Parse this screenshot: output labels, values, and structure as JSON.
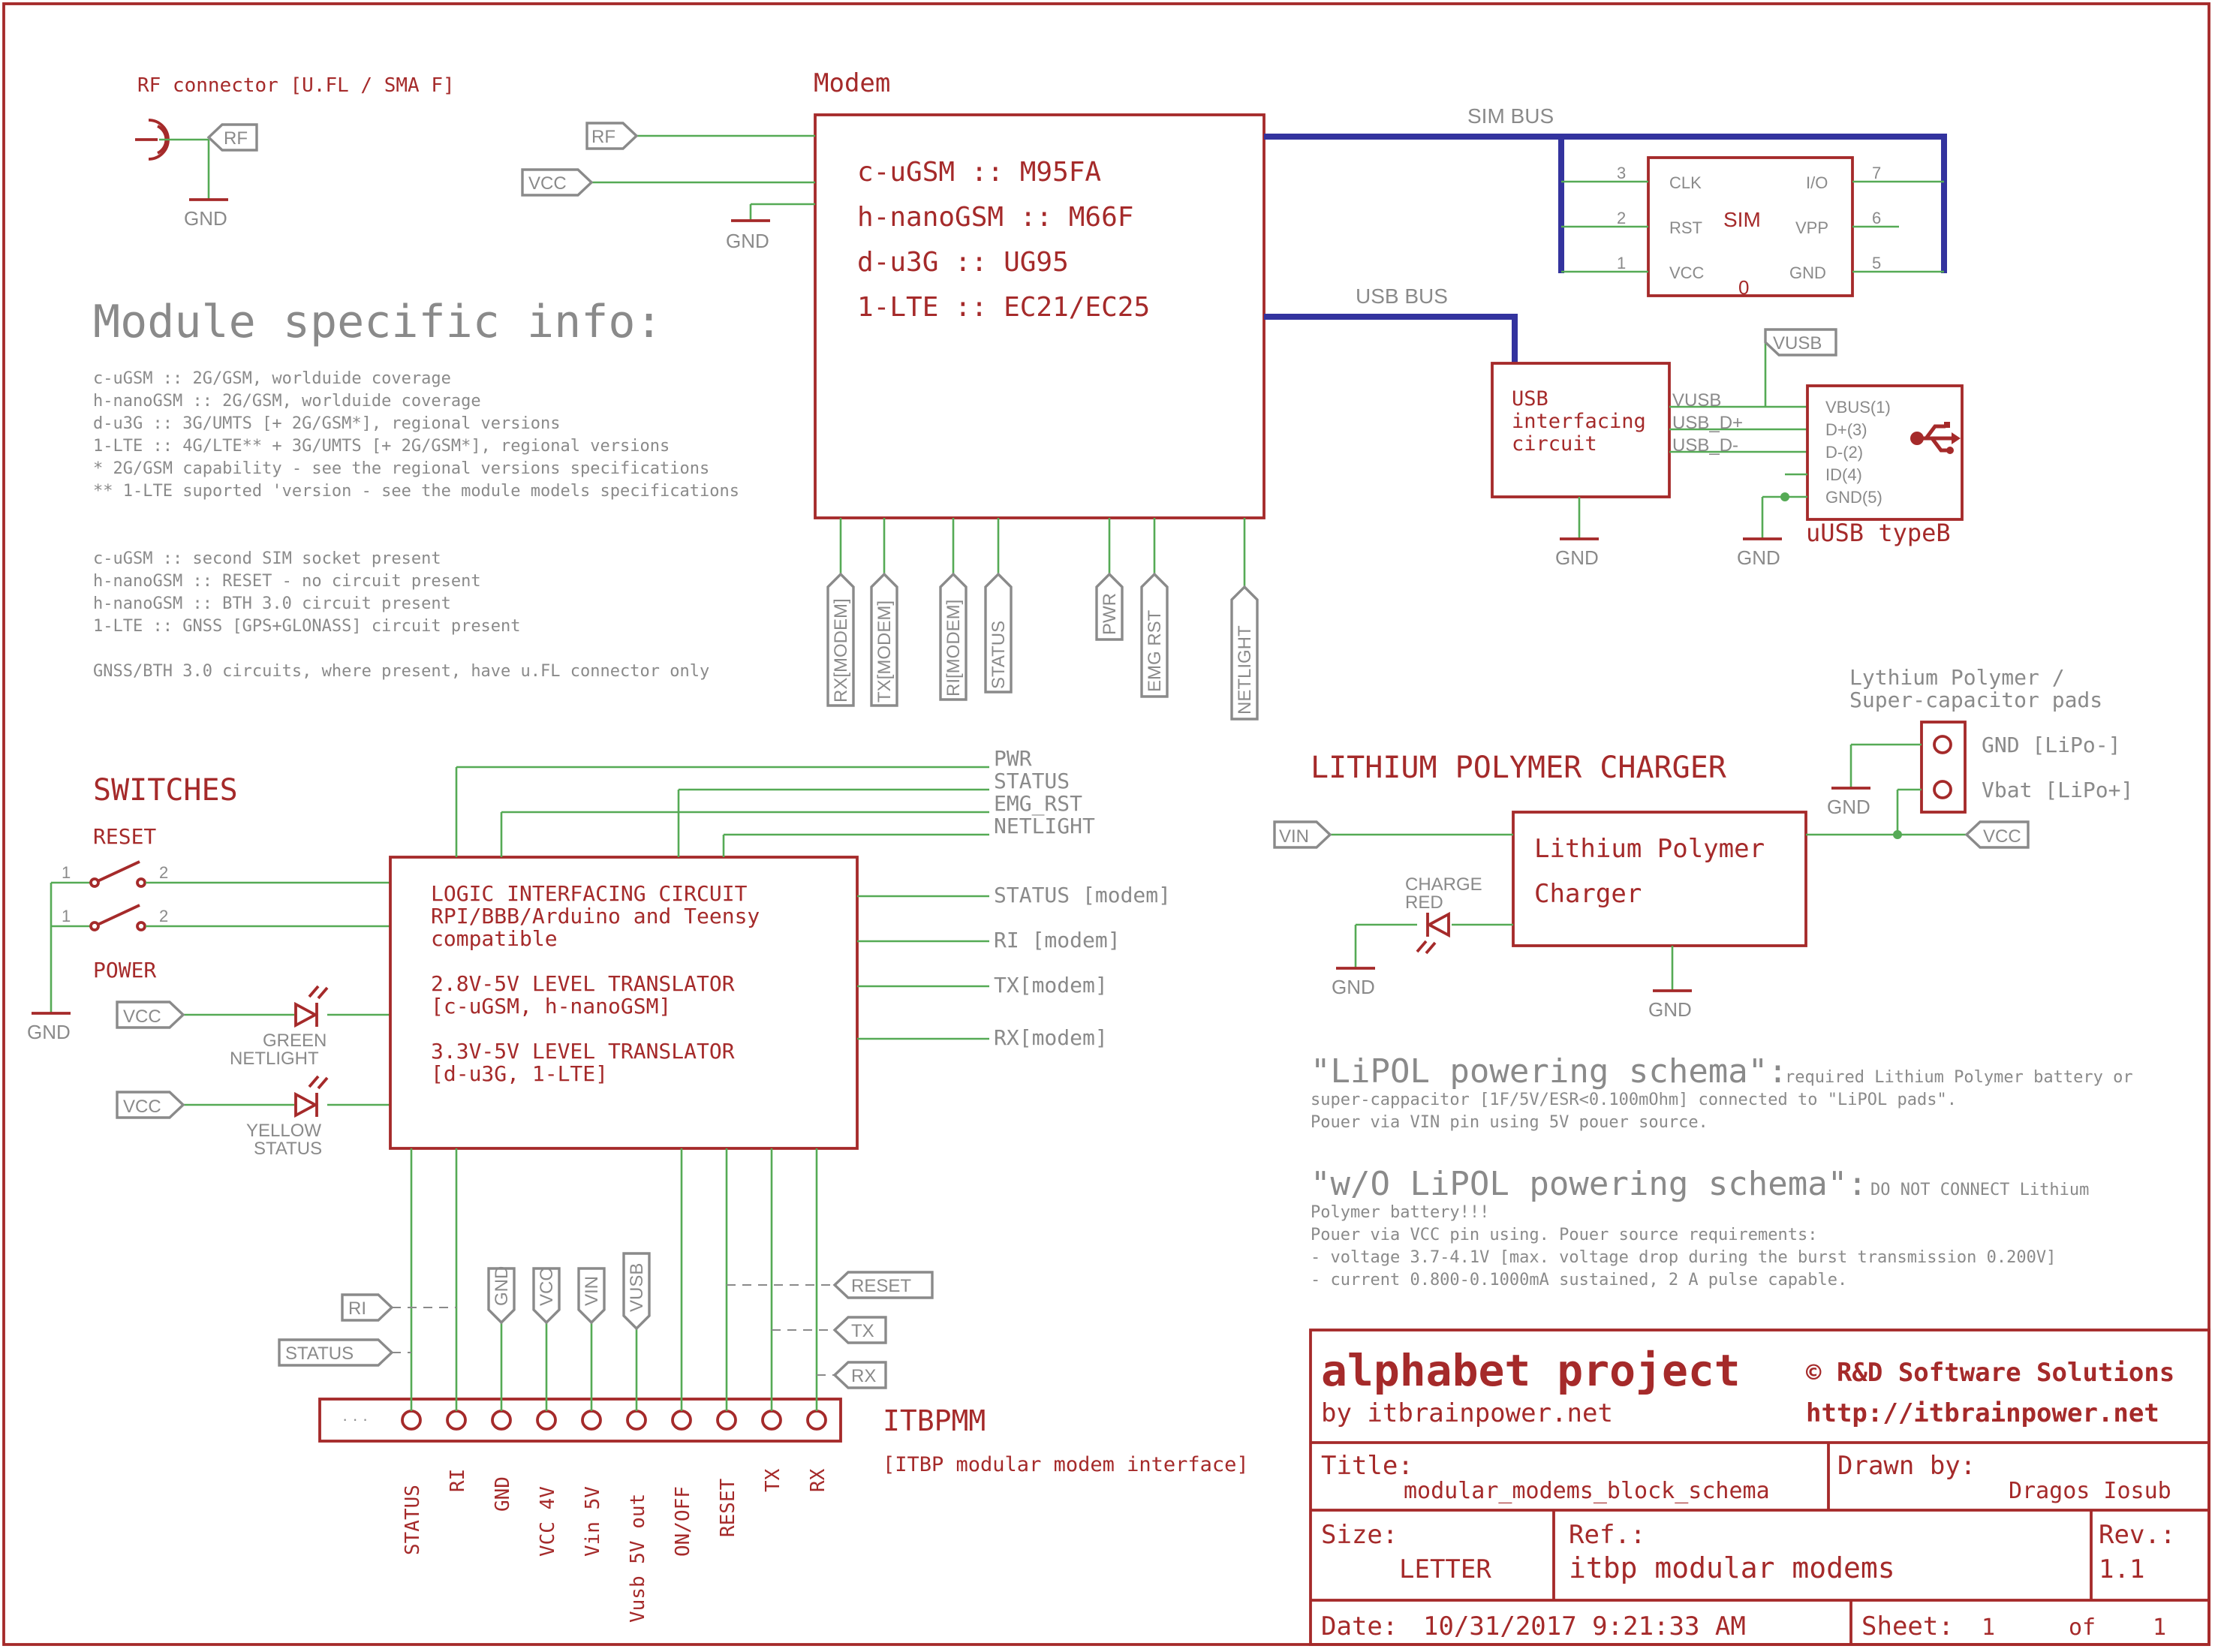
{
  "rf_section": {
    "title": "RF connector [U.FL / SMA F]",
    "rf_label": "RF",
    "gnd": "GND"
  },
  "modem": {
    "title": "Modem",
    "lines": [
      "c-uGSM :: M95FA",
      "h-nanoGSM :: M66F",
      "d-u3G :: UG95",
      "1-LTE :: EC21/EC25"
    ],
    "rf_label": "RF",
    "vcc_label": "VCC",
    "gnd": "GND",
    "pins": [
      "RX[MODEM]",
      "TX[MODEM]",
      "RI[MODEM]",
      "STATUS",
      "PWR",
      "EMG RST",
      "NETLIGHT"
    ]
  },
  "module_info": {
    "heading": "Module specific info:",
    "lines": [
      "c-uGSM :: 2G/GSM, worlduide coverage",
      "h-nanoGSM :: 2G/GSM, worlduide coverage",
      "d-u3G :: 3G/UMTS [+ 2G/GSM*], regional versions",
      "1-LTE :: 4G/LTE** + 3G/UMTS [+ 2G/GSM*], regional versions",
      "* 2G/GSM capability - see the regional versions specifications",
      "** 1-LTE suported 'version - see the module models specifications"
    ],
    "lines2": [
      "c-uGSM :: second SIM socket present",
      "h-nanoGSM :: RESET - no circuit present",
      "h-nanoGSM :: BTH 3.0 circuit present",
      "1-LTE :: GNSS [GPS+GLONASS] circuit present"
    ],
    "note": "GNSS/BTH 3.0 circuits, where present, have u.FL connector only"
  },
  "sim": {
    "bus_label": "SIM BUS",
    "name": "SIM",
    "pins_left": [
      "CLK",
      "RST",
      "VCC"
    ],
    "pin_nums_left": [
      "3",
      "2",
      "1"
    ],
    "pins_right": [
      "I/O",
      "VPP",
      "GND"
    ],
    "pin_nums_right": [
      "7",
      "6",
      "5"
    ],
    "extra": "0"
  },
  "usb": {
    "bus_label": "USB BUS",
    "circuit": [
      "USB",
      "interfacing",
      "circuit"
    ],
    "signals": [
      "VUSB",
      "USB_D+",
      "USB_D-"
    ],
    "vusb_label": "VUSB",
    "connector_pins": [
      "VBUS(1)",
      "D+(3)",
      "D-(2)",
      "ID(4)",
      "GND(5)"
    ],
    "connector_name": "uUSB typeB",
    "gnd": "GND",
    "gnd2": "GND"
  },
  "switches": {
    "title": "SWITCHES",
    "reset": "RESET",
    "power": "POWER",
    "pin1": "1",
    "pin2": "2",
    "gnd": "GND",
    "vcc1": "VCC",
    "vcc2": "VCC",
    "led1": [
      "GREEN",
      "NETLIGHT"
    ],
    "led2": [
      "YELLOW",
      "STATUS"
    ]
  },
  "logic": {
    "lines": [
      "LOGIC INTERFACING CIRCUIT",
      "RPI/BBB/Arduino and Teensy",
      "compatible",
      "2.8V-5V LEVEL TRANSLATOR",
      "[c-uGSM, h-nanoGSM]",
      "3.3V-5V LEVEL TRANSLATOR",
      "[d-u3G, 1-LTE]"
    ],
    "right_signals": [
      "PWR",
      "STATUS",
      "EMG_RST",
      "NETLIGHT",
      "STATUS [modem]",
      "RI [modem]",
      "TX[modem]",
      "RX[modem]"
    ]
  },
  "itbpmm": {
    "title": "ITBPMM",
    "subtitle": "[ITBP modular modem interface]",
    "dots": "· · ·",
    "pins": [
      "STATUS",
      "RI",
      "GND",
      "VCC 4V",
      "Vin 5V",
      "Vusb 5V out",
      "ON/OFF",
      "RESET",
      "TX",
      "RX"
    ],
    "left_labels": [
      "RI",
      "STATUS"
    ],
    "right_labels": [
      "RESET",
      "TX",
      "RX"
    ],
    "vertical_labels": [
      "GND",
      "VCC",
      "VIN",
      "VUSB"
    ]
  },
  "charger": {
    "title": "LITHIUM POLYMER CHARGER",
    "box": [
      "Lithium Polymer",
      "Charger"
    ],
    "vin": "VIN",
    "vcc": "VCC",
    "led": [
      "CHARGE",
      "RED"
    ],
    "gnd": "GND",
    "gnd2": "GND",
    "gnd3": "GND",
    "pads_title": [
      "Lythium Polymer /",
      "Super-capacitor pads"
    ],
    "pads": [
      "GND [LiPo-]",
      "Vbat [LiPo+]"
    ]
  },
  "schemas": {
    "lipol_title": "\"LiPOL powering schema\":",
    "lipol_lines": [
      "required Lithium Polymer battery or",
      "super-cappacitor [1F/5V/ESR<0.100mOhm] connected to \"LiPOL pads\".",
      "Pouer via VIN pin using 5V pouer source."
    ],
    "wo_title": "\"w/O LiPOL powering schema\":",
    "wo_lines": [
      "DO NOT CONNECT Lithium",
      "Polymer battery!!!",
      "Pouer via VCC pin using. Pouer source requirements:",
      "- voltage 3.7-4.1V  [max. voltage drop during the burst transmission  0.200V]",
      "- current 0.800-0.1000mA sustained, 2 A pulse capable."
    ]
  },
  "title_block": {
    "project": "alphabet project",
    "by": "by itbrainpower.net",
    "copyright": "© R&D Software Solutions",
    "url": "http://itbrainpower.net",
    "title_label": "Title:",
    "title_value": "modular_modems_block_schema",
    "drawn_label": "Drawn by:",
    "drawn_value": "Dragos Iosub",
    "size_label": "Size:",
    "size_value": "LETTER",
    "ref_label": "Ref.:",
    "ref_value": "itbp modular modems",
    "rev_label": "Rev.:",
    "rev_value": "1.1",
    "date_label": "Date:",
    "date_value": "10/31/2017 9:21:33 AM",
    "sheet_label": "Sheet:",
    "sheet_value": "1",
    "of_label": "of",
    "sheet_total": "1"
  },
  "colors": {
    "outline": "#a52a2a",
    "wire": "#55aa55",
    "bus": "#33339e",
    "label": "#8a8a8a"
  }
}
